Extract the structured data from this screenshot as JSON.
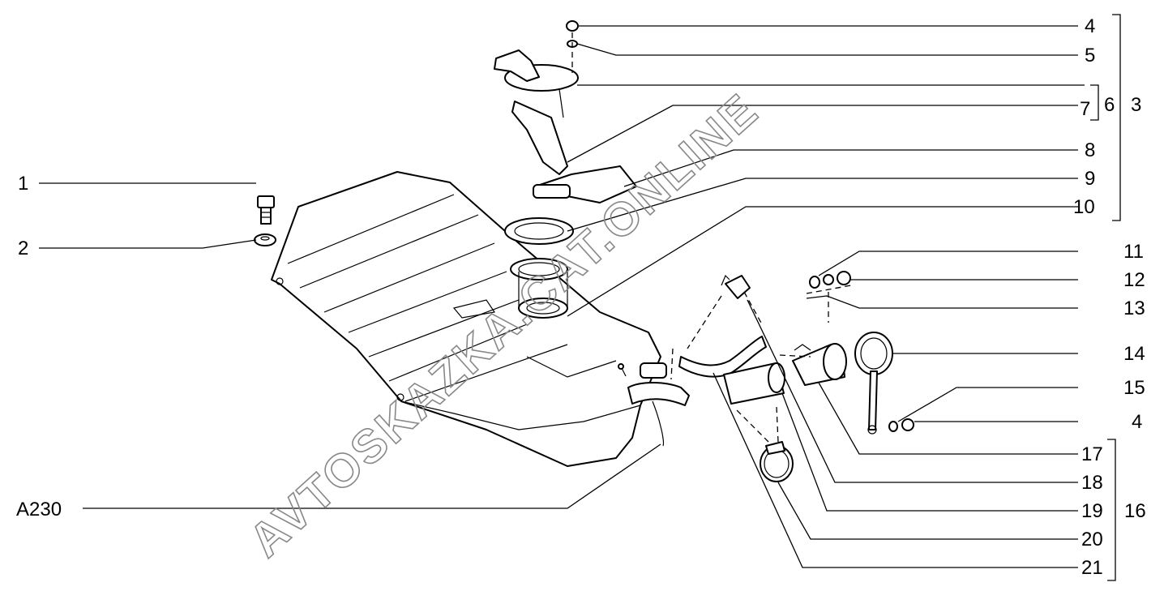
{
  "callouts": {
    "c1": "1",
    "c2": "2",
    "c3": "3",
    "c4a": "4",
    "c4b": "4",
    "c5": "5",
    "c6": "6",
    "c7": "7",
    "c8": "8",
    "c9": "9",
    "c10": "10",
    "c11": "11",
    "c12": "12",
    "c13": "13",
    "c14": "14",
    "c15": "15",
    "c16": "16",
    "c17": "17",
    "c18": "18",
    "c19": "19",
    "c20": "20",
    "c21": "21",
    "cA230": "A230"
  },
  "watermark": "AVTOSKAZKA.CAT.ONLINE",
  "colors": {
    "line": "#000000",
    "watermark": "#888888",
    "background": "#ffffff"
  }
}
